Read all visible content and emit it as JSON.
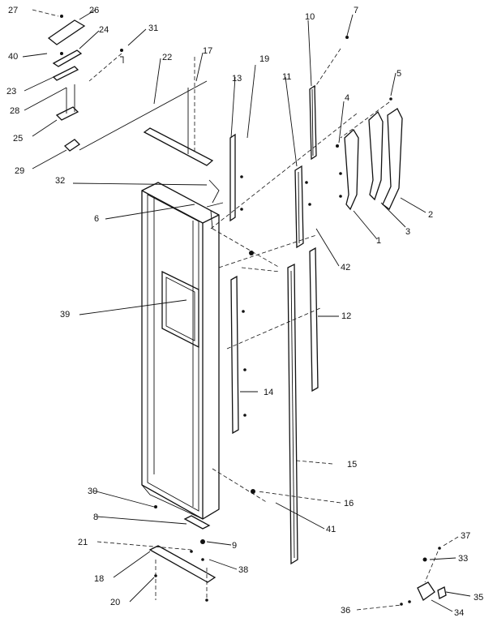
{
  "diagram": {
    "labels": {
      "n1": "1",
      "n2": "2",
      "n3": "3",
      "n4": "4",
      "n5": "5",
      "n6": "6",
      "n7": "7",
      "n8": "8",
      "n9": "9",
      "n10": "10",
      "n11": "11",
      "n12": "12",
      "n13": "13",
      "n14": "14",
      "n15": "15",
      "n16": "16",
      "n17": "17",
      "n18": "18",
      "n19": "19",
      "n20": "20",
      "n21": "21",
      "n22": "22",
      "n23": "23",
      "n24": "24",
      "n25": "25",
      "n26": "26",
      "n27": "27",
      "n28": "28",
      "n29": "29",
      "n30": "30",
      "n31": "31",
      "n32": "32",
      "n33": "33",
      "n34": "34",
      "n35": "35",
      "n36": "36",
      "n37": "37",
      "n38": "38",
      "n39": "39",
      "n40": "40",
      "n41": "41",
      "n42": "42"
    }
  }
}
